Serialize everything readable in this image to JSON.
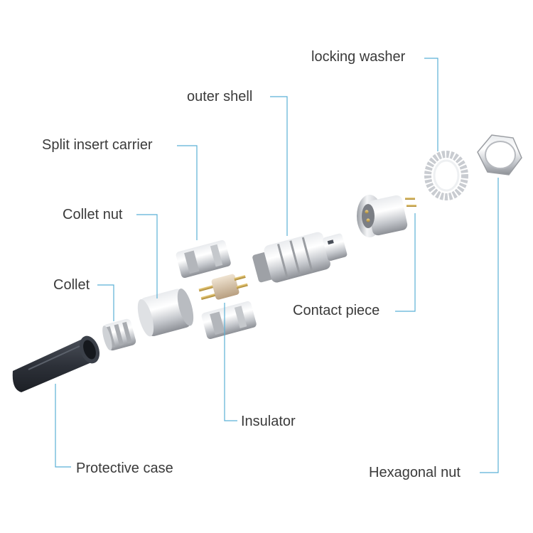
{
  "labels": {
    "locking_washer": "locking washer",
    "outer_shell": "outer shell",
    "split_insert_carrier": "Split insert carrier",
    "collet_nut": "Collet nut",
    "collet": "Collet",
    "contact_piece": "Contact piece",
    "insulator": "Insulator",
    "protective_case": "Protective case",
    "hexagonal_nut": "Hexagonal nut"
  },
  "colors": {
    "leader_line": "#5ab0d6",
    "label_text": "#3a3a3a",
    "metal_light": "#f2f3f5",
    "metal_dark": "#8d9096",
    "insulator": "#d9c6ad",
    "contact_gold": "#c8a24a",
    "protective_case": "#2d3139"
  }
}
